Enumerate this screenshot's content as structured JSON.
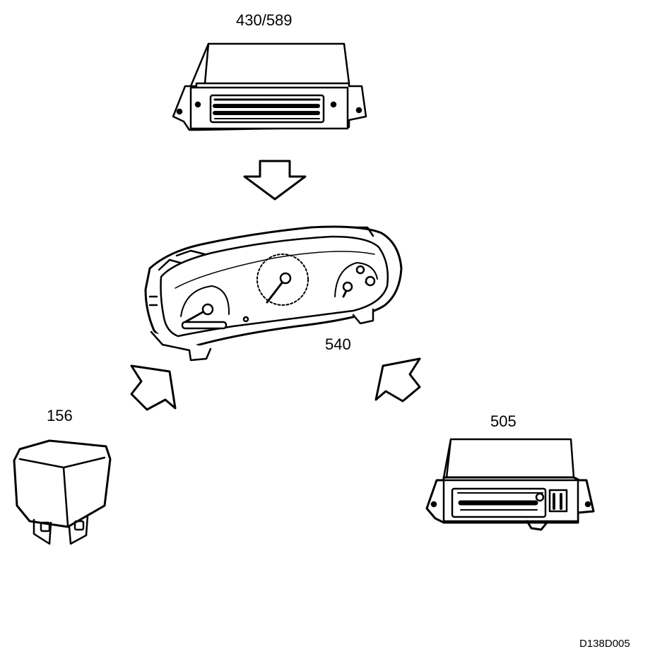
{
  "labels": {
    "ecu_top": "430/589",
    "cluster": "540",
    "relay": "156",
    "ecu_right": "505"
  },
  "figure_code": "D138D005",
  "arrows": {
    "top": "down",
    "left": "up-right",
    "right": "up-left"
  }
}
